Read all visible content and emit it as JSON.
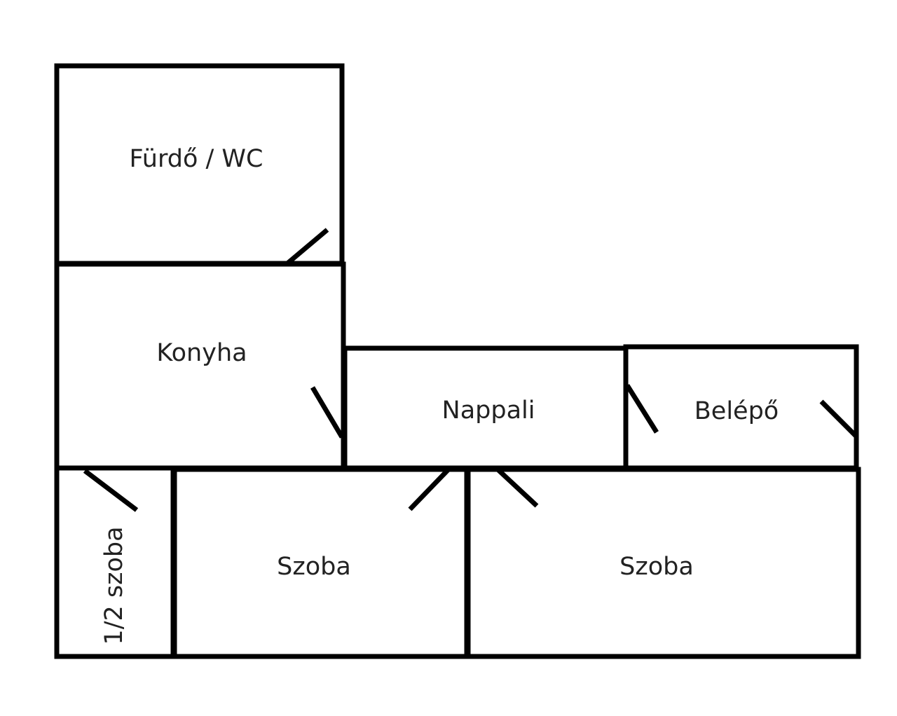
{
  "floor_plan": {
    "colors": {
      "wall": "#000000",
      "label": "#222222",
      "background": "#ffffff"
    },
    "rooms": [
      {
        "id": "bathroom",
        "label": "Fürdő / WC"
      },
      {
        "id": "kitchen",
        "label": "Konyha"
      },
      {
        "id": "living-room",
        "label": "Nappali"
      },
      {
        "id": "entrance",
        "label": "Belépő"
      },
      {
        "id": "half-room",
        "label": "1/2 szoba"
      },
      {
        "id": "room-1",
        "label": "Szoba"
      },
      {
        "id": "room-2",
        "label": "Szoba"
      }
    ]
  }
}
